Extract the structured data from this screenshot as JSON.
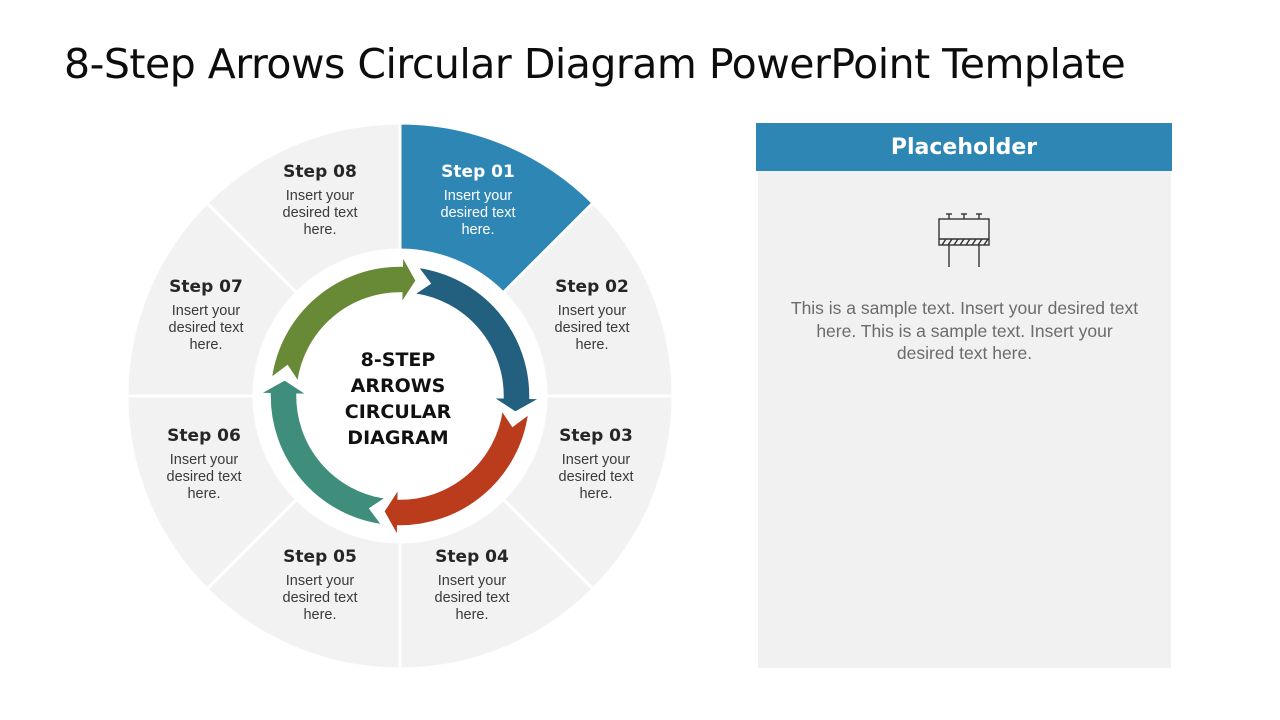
{
  "title": "8-Step Arrows Circular Diagram PowerPoint Template",
  "diagram": {
    "center_label": [
      "8-STEP",
      "ARROWS",
      "CIRCULAR",
      "DIAGRAM"
    ],
    "highlight_color": "#2e86b5",
    "segment_color": "#f2f2f2",
    "arrow_colors": [
      "#23607f",
      "#bb3c1c",
      "#3f8e7c",
      "#688a37"
    ],
    "steps": [
      {
        "title": "Step 01",
        "lines": [
          "Insert your",
          "desired text",
          "here."
        ],
        "highlighted": true
      },
      {
        "title": "Step 02",
        "lines": [
          "Insert your",
          "desired text",
          "here."
        ],
        "highlighted": false
      },
      {
        "title": "Step 03",
        "lines": [
          "Insert your",
          "desired text",
          "here."
        ],
        "highlighted": false
      },
      {
        "title": "Step 04",
        "lines": [
          "Insert your",
          "desired text",
          "here."
        ],
        "highlighted": false
      },
      {
        "title": "Step 05",
        "lines": [
          "Insert your",
          "desired text",
          "here."
        ],
        "highlighted": false
      },
      {
        "title": "Step 06",
        "lines": [
          "Insert your",
          "desired text",
          "here."
        ],
        "highlighted": false
      },
      {
        "title": "Step 07",
        "lines": [
          "Insert your",
          "desired text",
          "here."
        ],
        "highlighted": false
      },
      {
        "title": "Step 08",
        "lines": [
          "Insert your",
          "desired text",
          "here."
        ],
        "highlighted": false
      }
    ]
  },
  "panel": {
    "header": "Placeholder",
    "icon": "billboard-icon",
    "text": "This is a sample text. Insert your desired text here. This is a sample text. Insert your desired text here."
  }
}
